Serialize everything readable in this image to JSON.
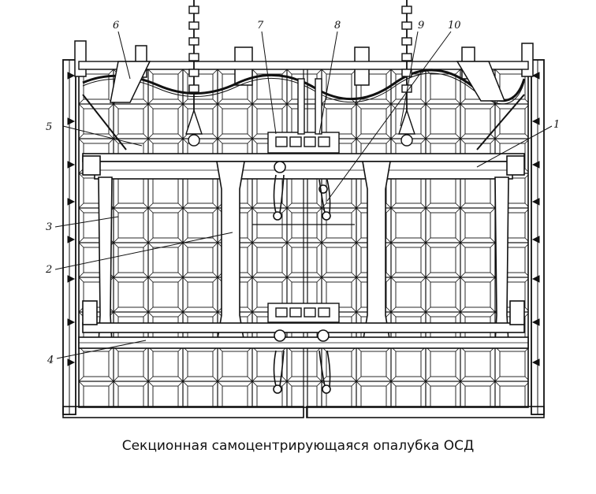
{
  "caption": "Секционная самоцентрирующаяся опалубка ОСД",
  "labels": {
    "l1": "1",
    "l2": "2",
    "l3": "3",
    "l4": "4",
    "l5": "5",
    "l6": "6",
    "l7": "7",
    "l8": "8",
    "l9": "9",
    "l10": "10"
  },
  "colors": {
    "line": "#111111",
    "background": "#ffffff"
  }
}
